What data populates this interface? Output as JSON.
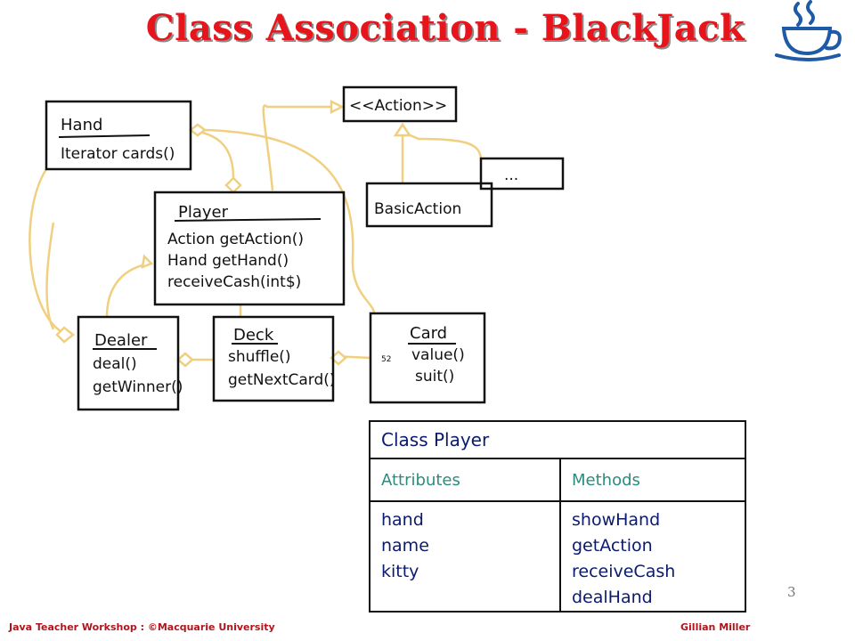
{
  "slide": {
    "title": "Class Association - BlackJack",
    "page_number": "3",
    "footer_left": "Java Teacher Workshop : ©Macquarie University",
    "footer_right": "Gillian Miller"
  },
  "logo": {
    "icon": "java-coffee-cup-icon",
    "color": "#1e5aa8"
  },
  "diagram": {
    "connector_color": "#f0d080",
    "boxes": {
      "hand": {
        "name": "Hand",
        "members": [
          "Iterator cards()"
        ]
      },
      "action": {
        "name": "<<Action>>"
      },
      "ellipsis": {
        "name": "..."
      },
      "basic_action": {
        "name": "BasicAction"
      },
      "player": {
        "name": "Player",
        "members": [
          "Action getAction()",
          "Hand getHand()",
          "receiveCash(int$)"
        ]
      },
      "dealer": {
        "name": "Dealer",
        "members": [
          "deal()",
          "getWinner()"
        ]
      },
      "deck": {
        "name": "Deck",
        "members": [
          "shuffle()",
          "getNextCard()"
        ]
      },
      "card": {
        "name": "Card",
        "multiplicity": "52",
        "members": [
          "value()",
          "suit()"
        ]
      }
    }
  },
  "class_table": {
    "title": "Class Player",
    "col_attributes": "Attributes",
    "col_methods": "Methods",
    "attributes": [
      "hand",
      "name",
      "kitty"
    ],
    "methods": [
      "showHand",
      "getAction",
      "receiveCash",
      "dealHand"
    ]
  },
  "colors": {
    "title": "#e8141c",
    "table_text": "#0a1a6e",
    "column_header": "#2e8a7e",
    "footer": "#b0141c"
  }
}
